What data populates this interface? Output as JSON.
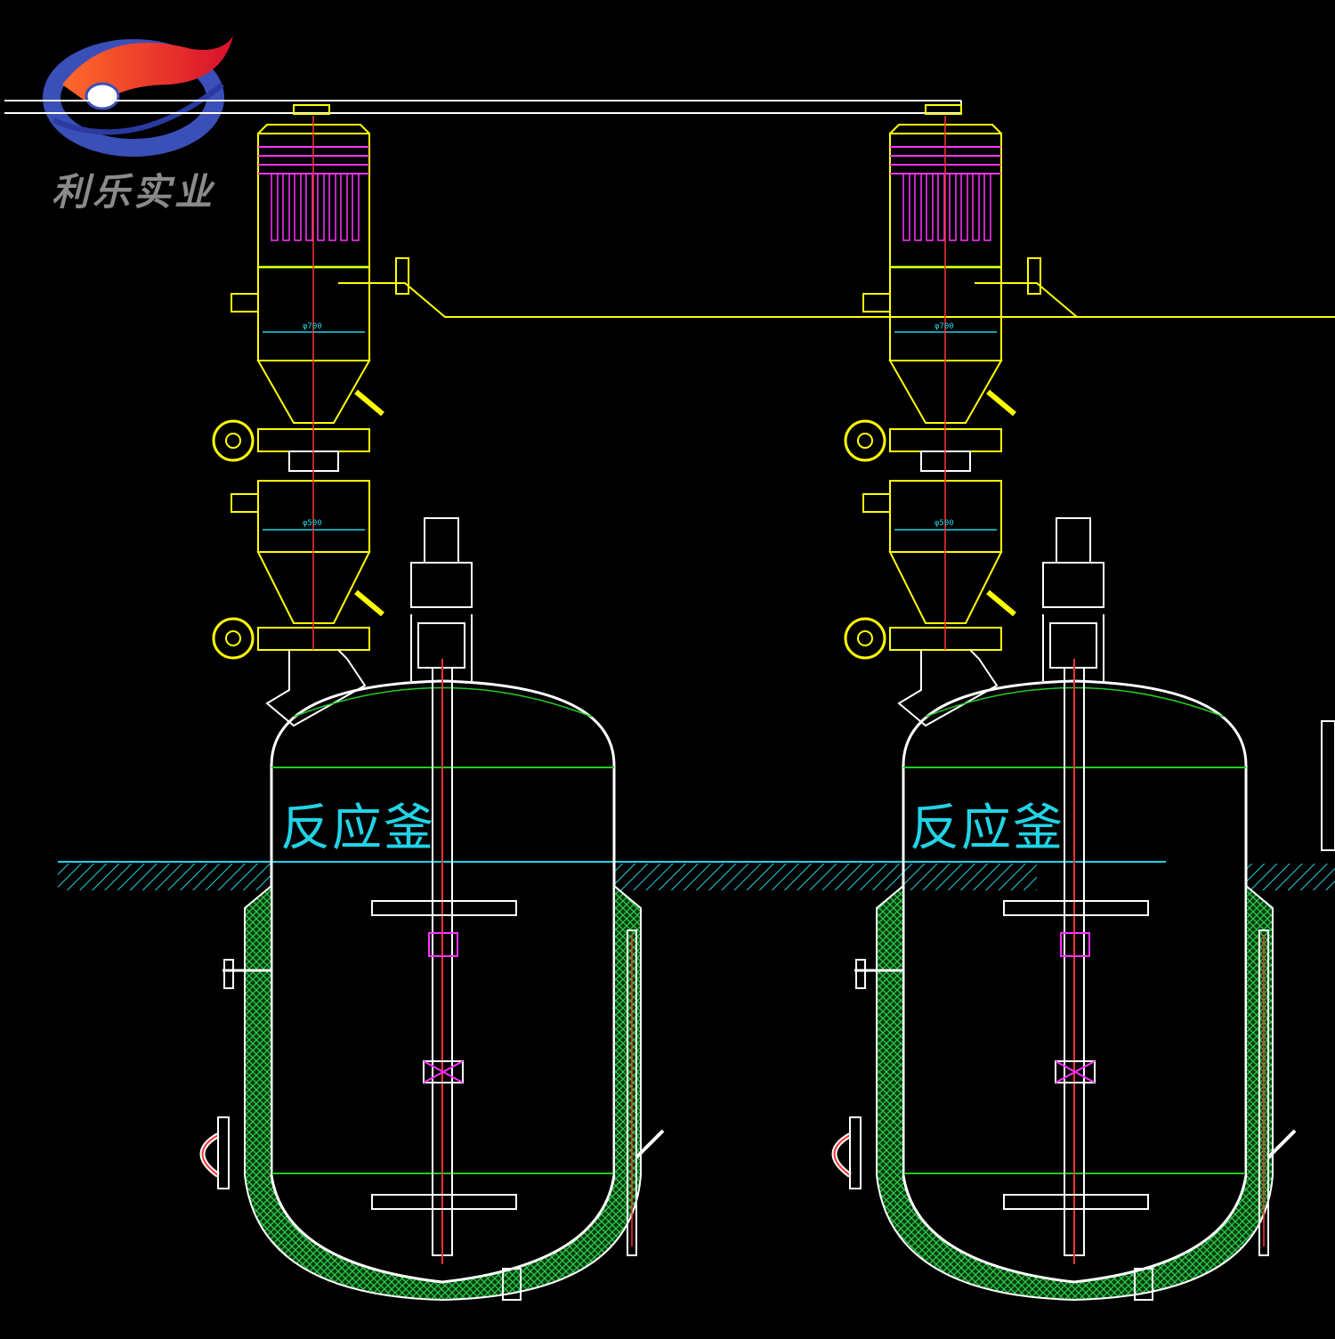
{
  "logo": {
    "text": "利乐实业",
    "colors": {
      "swoosh": "#e0283c",
      "ring": "#3a4fb8"
    }
  },
  "reactors": [
    {
      "label": "反应釜",
      "feed_dim": "φ700",
      "lower_dim": "φ500"
    },
    {
      "label": "反应釜",
      "feed_dim": "φ700",
      "lower_dim": "φ500"
    }
  ],
  "colors": {
    "background": "#000000",
    "outline": "#ffffff",
    "hopper": "#ffff00",
    "filter": "#ff33ff",
    "jacket": "#22aa33",
    "level": "#22d3e6",
    "shaft": "#ff3333",
    "seam": "#22cc22"
  }
}
